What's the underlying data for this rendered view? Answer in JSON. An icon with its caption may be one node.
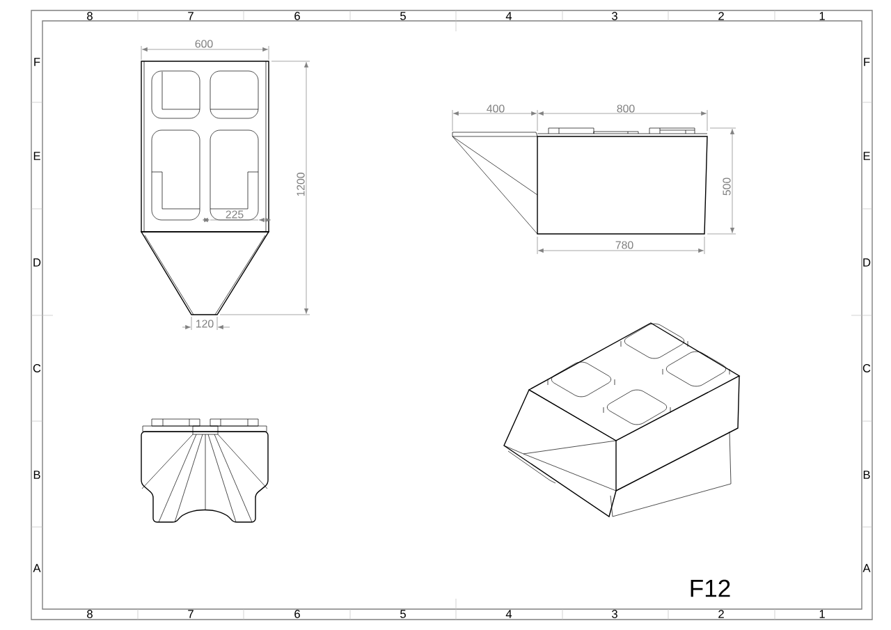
{
  "diagram": {
    "labels": [
      "8",
      "7",
      "6",
      "5",
      "4",
      "3",
      "2",
      "1",
      "F",
      "E",
      "D",
      "C",
      "B",
      "A",
      "F",
      "E",
      "D",
      "C",
      "B",
      "A",
      "8",
      "7",
      "6",
      "5",
      "4",
      "3",
      "2",
      "1",
      "600",
      "400",
      "800",
      "1200",
      "500",
      "225",
      "780",
      "120",
      "F12"
    ]
  }
}
